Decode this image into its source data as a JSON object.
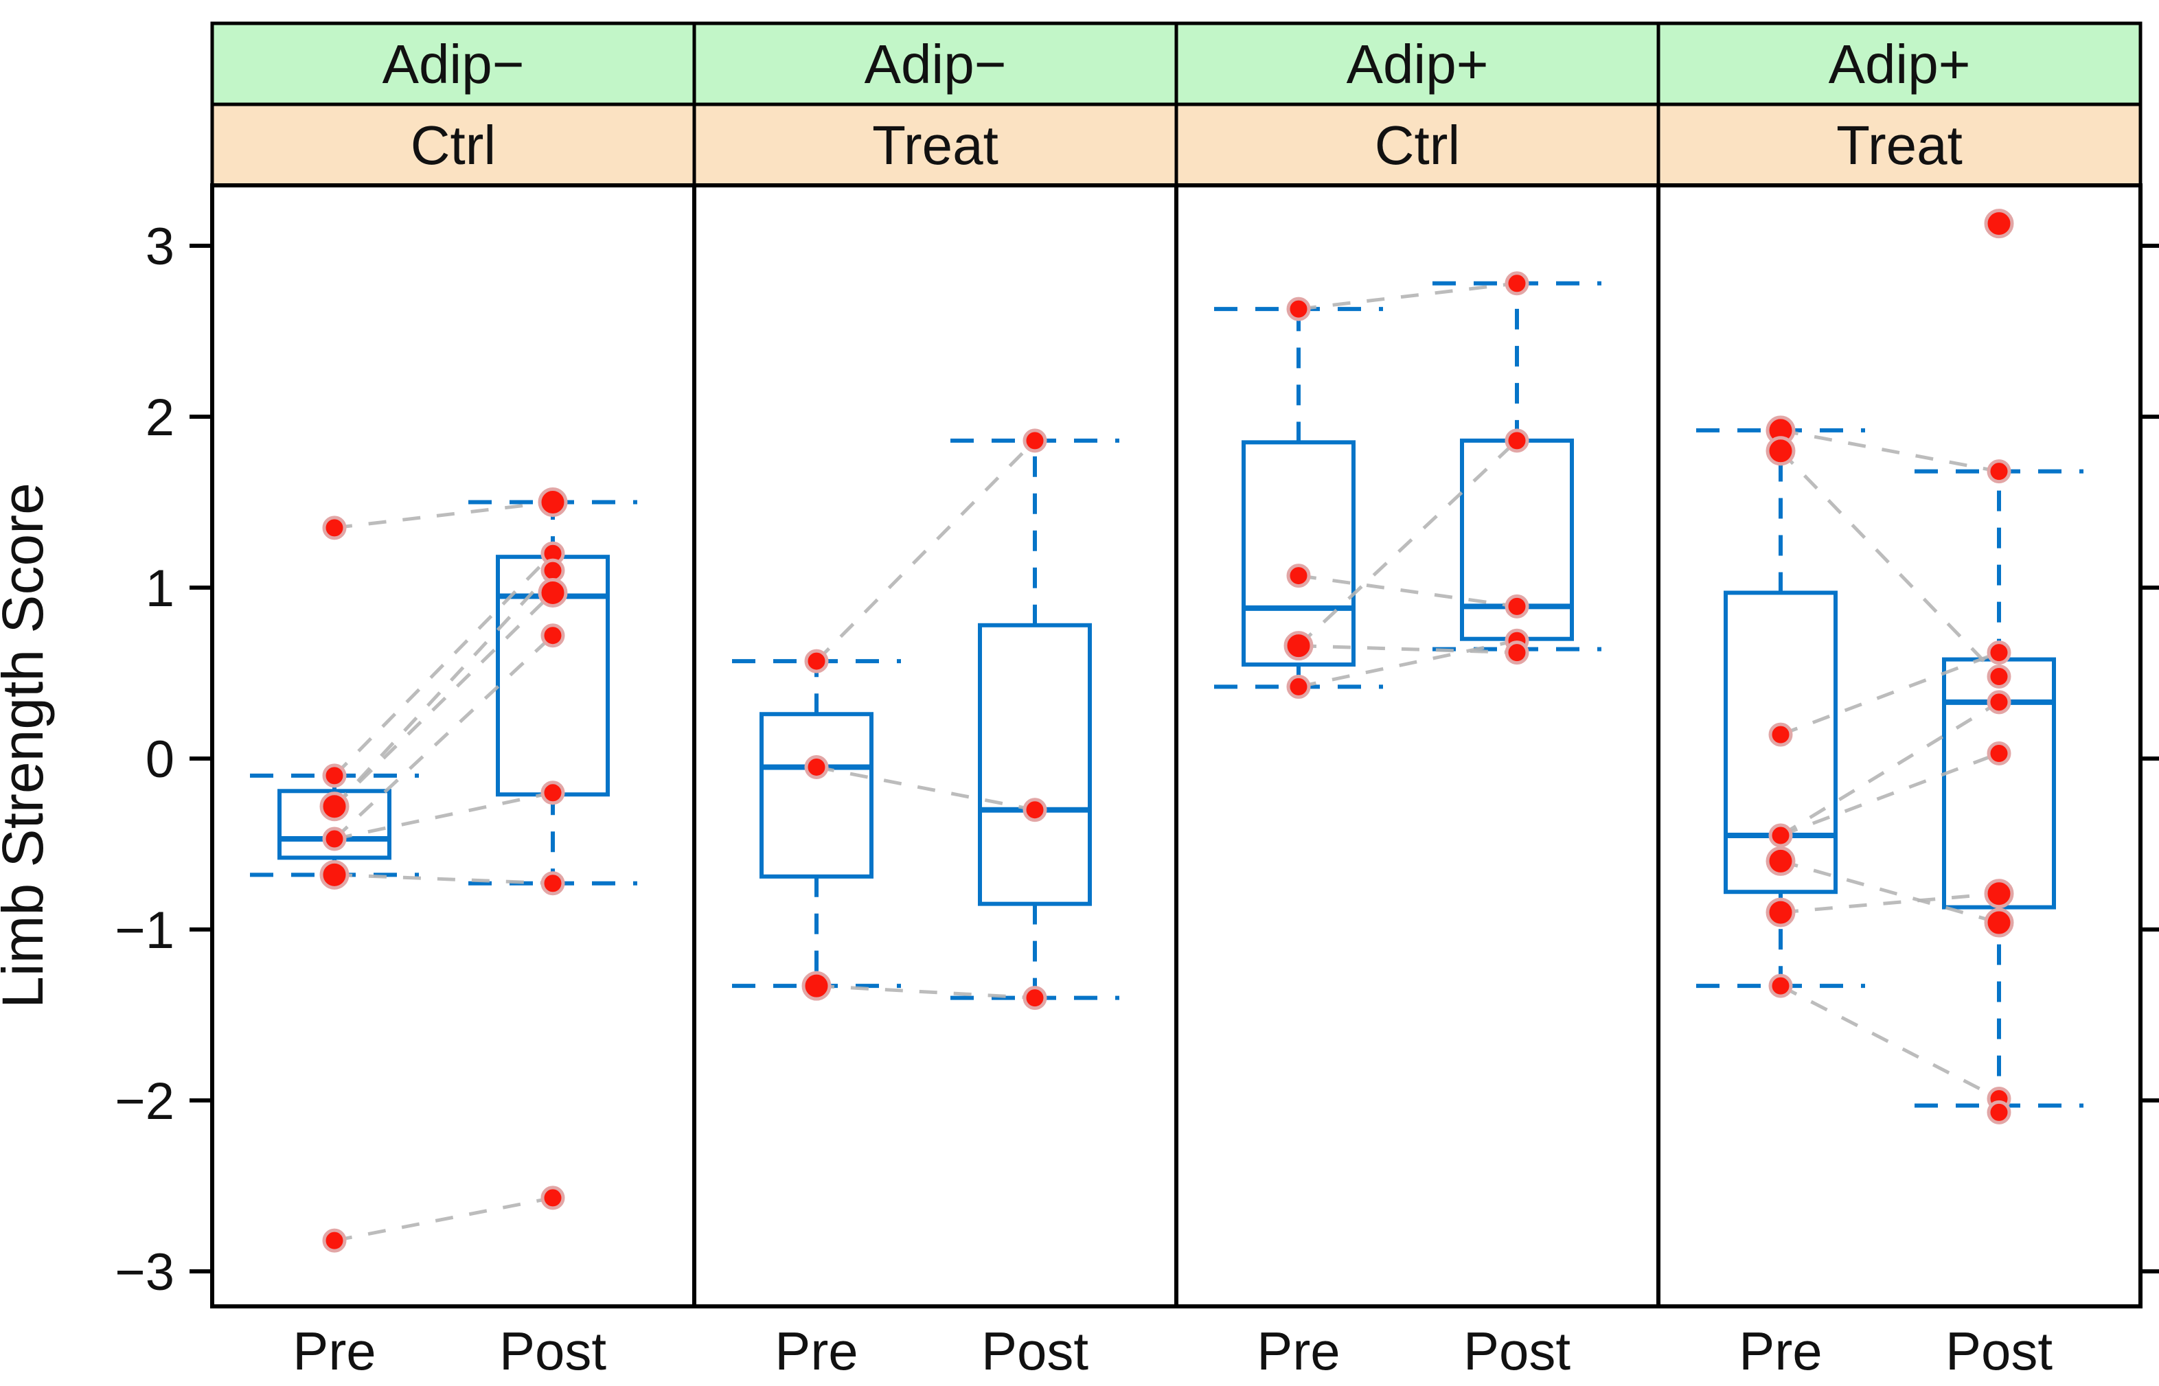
{
  "figure_title": "Paired pre/post boxplot panel figure",
  "colors": {
    "background": "#ffffff",
    "box_blue": "#0674C8",
    "point_red": "#FB170B",
    "point_ring": "#E2A6A6",
    "pair_line_gray": "#B5B5B5",
    "strip_green": "#C2F6C8",
    "strip_orange": "#FBE2C2",
    "border_black": "#000000",
    "text": "#111111"
  },
  "y_axis": {
    "label": "Limb Strength Score",
    "ticks": [
      {
        "label": "3",
        "value": 3
      },
      {
        "label": "2",
        "value": 2
      },
      {
        "label": "1",
        "value": 1
      },
      {
        "label": "0",
        "value": 0
      },
      {
        "label": "−1",
        "value": -1
      },
      {
        "label": "−2",
        "value": -2
      },
      {
        "label": "−3",
        "value": -3
      }
    ]
  },
  "x_axis": {
    "categories": [
      "Pre",
      "Post"
    ]
  },
  "chart_data": {
    "type": "boxplot-paired",
    "title": "",
    "xlabel": "",
    "ylabel": "Limb Strength Score",
    "ylim": [
      -3.35,
      3.6
    ],
    "x_categories": [
      "Pre",
      "Post"
    ],
    "legend": "none",
    "grid": "off",
    "panels": [
      {
        "strip_top": "Adip−",
        "strip_bottom": "Ctrl",
        "pre": {
          "box": {
            "whisker_low": -0.68,
            "q1": -0.58,
            "median": -0.47,
            "q3": -0.19,
            "whisker_high": -0.1
          },
          "points": [
            {
              "v": 1.35,
              "big": false
            },
            {
              "v": -0.1,
              "big": false
            },
            {
              "v": -0.28,
              "big": true
            },
            {
              "v": -0.47,
              "big": false
            },
            {
              "v": -0.68,
              "big": true
            },
            {
              "v": -2.82,
              "big": false
            }
          ]
        },
        "post": {
          "box": {
            "whisker_low": -0.73,
            "q1": -0.21,
            "median": 0.95,
            "q3": 1.18,
            "whisker_high": 1.5
          },
          "points": [
            {
              "v": 1.5,
              "big": true
            },
            {
              "v": 1.2,
              "big": false
            },
            {
              "v": 1.1,
              "big": false
            },
            {
              "v": 0.97,
              "big": true
            },
            {
              "v": 0.72,
              "big": false
            },
            {
              "v": -0.2,
              "big": false
            },
            {
              "v": -0.73,
              "big": false
            },
            {
              "v": -2.57,
              "big": false
            }
          ]
        },
        "pairs": [
          [
            1.35,
            1.5
          ],
          [
            -0.1,
            1.2
          ],
          [
            -0.28,
            1.1
          ],
          [
            -0.28,
            0.97
          ],
          [
            -0.47,
            0.72
          ],
          [
            -0.47,
            -0.2
          ],
          [
            -0.68,
            -0.73
          ],
          [
            -2.82,
            -2.57
          ]
        ]
      },
      {
        "strip_top": "Adip−",
        "strip_bottom": "Treat",
        "pre": {
          "box": {
            "whisker_low": -1.33,
            "q1": -0.69,
            "median": -0.05,
            "q3": 0.26,
            "whisker_high": 0.57
          },
          "points": [
            {
              "v": 0.57,
              "big": false
            },
            {
              "v": -0.05,
              "big": false
            },
            {
              "v": -1.33,
              "big": true
            }
          ]
        },
        "post": {
          "box": {
            "whisker_low": -1.4,
            "q1": -0.85,
            "median": -0.3,
            "q3": 0.78,
            "whisker_high": 1.86
          },
          "points": [
            {
              "v": 1.86,
              "big": false
            },
            {
              "v": -0.3,
              "big": false
            },
            {
              "v": -1.4,
              "big": false
            }
          ]
        },
        "pairs": [
          [
            0.57,
            1.86
          ],
          [
            -0.05,
            -0.3
          ],
          [
            -1.33,
            -1.4
          ]
        ]
      },
      {
        "strip_top": "Adip+",
        "strip_bottom": "Ctrl",
        "pre": {
          "box": {
            "whisker_low": 0.42,
            "q1": 0.55,
            "median": 0.88,
            "q3": 1.85,
            "whisker_high": 2.63
          },
          "points": [
            {
              "v": 2.63,
              "big": false
            },
            {
              "v": 1.07,
              "big": false
            },
            {
              "v": 0.66,
              "big": true
            },
            {
              "v": 0.42,
              "big": false
            }
          ]
        },
        "post": {
          "box": {
            "whisker_low": 0.64,
            "q1": 0.7,
            "median": 0.89,
            "q3": 1.86,
            "whisker_high": 2.78
          },
          "points": [
            {
              "v": 2.78,
              "big": false
            },
            {
              "v": 1.86,
              "big": false
            },
            {
              "v": 0.89,
              "big": false
            },
            {
              "v": 0.69,
              "big": false
            },
            {
              "v": 0.62,
              "big": false
            }
          ]
        },
        "pairs": [
          [
            2.63,
            2.78
          ],
          [
            1.07,
            0.89
          ],
          [
            0.66,
            1.86
          ],
          [
            0.42,
            0.69
          ],
          [
            0.66,
            0.62
          ]
        ]
      },
      {
        "strip_top": "Adip+",
        "strip_bottom": "Treat",
        "pre": {
          "box": {
            "whisker_low": -1.33,
            "q1": -0.78,
            "median": -0.45,
            "q3": 0.97,
            "whisker_high": 1.92
          },
          "points": [
            {
              "v": 1.92,
              "big": true
            },
            {
              "v": 1.8,
              "big": true
            },
            {
              "v": 0.14,
              "big": false
            },
            {
              "v": -0.45,
              "big": false
            },
            {
              "v": -0.6,
              "big": true
            },
            {
              "v": -0.9,
              "big": true
            },
            {
              "v": -1.33,
              "big": false
            }
          ]
        },
        "post": {
          "box": {
            "whisker_low": -2.03,
            "q1": -0.87,
            "median": 0.33,
            "q3": 0.58,
            "whisker_high": 1.68
          },
          "points": [
            {
              "v": 3.13,
              "big": true
            },
            {
              "v": 1.68,
              "big": false
            },
            {
              "v": 0.62,
              "big": false
            },
            {
              "v": 0.48,
              "big": false
            },
            {
              "v": 0.33,
              "big": false
            },
            {
              "v": 0.03,
              "big": false
            },
            {
              "v": -0.79,
              "big": true
            },
            {
              "v": -0.96,
              "big": true
            },
            {
              "v": -1.99,
              "big": false
            },
            {
              "v": -2.07,
              "big": false
            }
          ]
        },
        "pairs": [
          [
            1.92,
            1.68
          ],
          [
            1.8,
            0.48
          ],
          [
            0.14,
            0.62
          ],
          [
            -0.45,
            0.33
          ],
          [
            -0.45,
            0.03
          ],
          [
            -0.6,
            -0.96
          ],
          [
            -0.9,
            -0.79
          ],
          [
            -1.33,
            -1.99
          ]
        ]
      }
    ]
  }
}
